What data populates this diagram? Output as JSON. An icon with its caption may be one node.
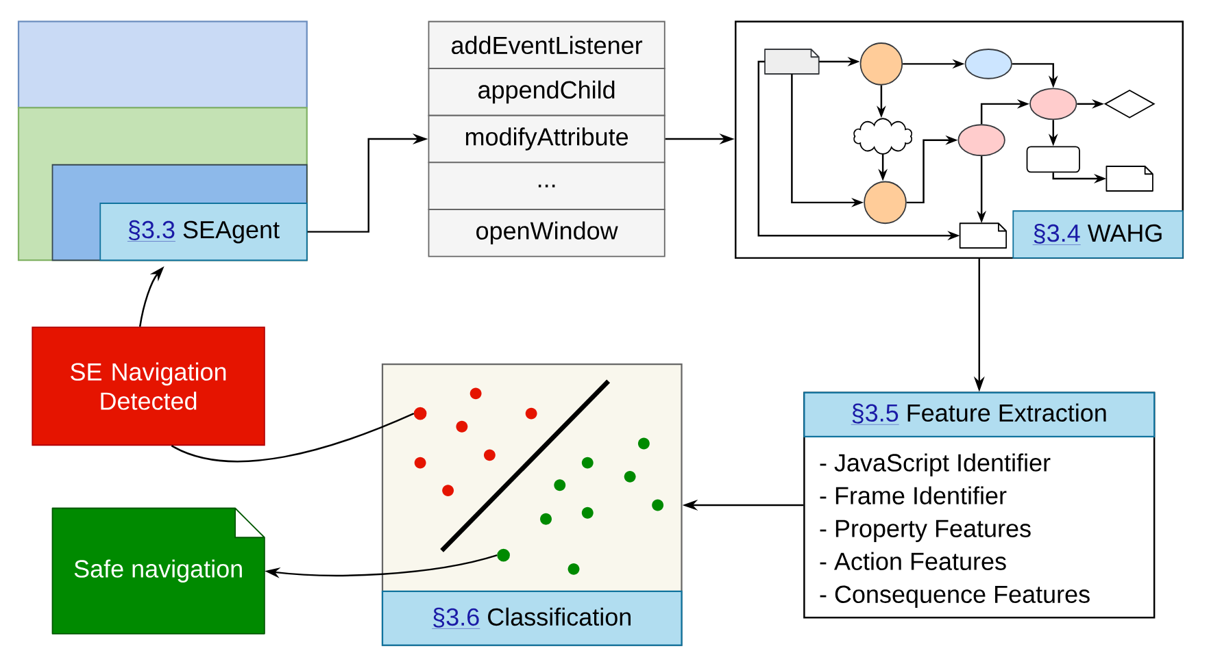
{
  "diagram": {
    "nodes": [
      {
        "text": [],
        "shape": "box"
      },
      {
        "text": [],
        "shape": "box"
      },
      {
        "text": [],
        "shape": "box",
        "in": 1
      },
      {
        "text": [
          "§3.3",
          "SEAgent"
        ],
        "in": 2
      },
      {
        "text": [
          "addEventListener"
        ]
      },
      {
        "text": [
          "appendChild"
        ]
      },
      {
        "text": [
          "modifyAttribute"
        ]
      },
      {
        "text": [
          "..."
        ]
      },
      {
        "text": [
          "openWindow"
        ]
      },
      {
        "text": [],
        "shape": "box"
      },
      {
        "text": [
          "§3.4",
          "WAHG"
        ],
        "in": 9
      },
      {
        "text": [],
        "shape": "document",
        "in": 9
      },
      {
        "text": [],
        "shape": "circle",
        "in": 9
      },
      {
        "text": [],
        "shape": "ellipse",
        "in": 9
      },
      {
        "text": [],
        "shape": "cloud",
        "in": 9
      },
      {
        "text": [],
        "shape": "ellipse",
        "in": 9
      },
      {
        "text": [],
        "shape": "ellipse",
        "in": 9
      },
      {
        "text": [],
        "shape": "diamond",
        "in": 9
      },
      {
        "text": [],
        "shape": "box",
        "in": 9
      },
      {
        "text": [],
        "shape": "document",
        "in": 9
      },
      {
        "text": [],
        "shape": "circle",
        "in": 9
      },
      {
        "text": [],
        "shape": "document",
        "in": 9
      },
      {
        "text": [
          "§3.5",
          "Feature Extraction",
          "- JavaScript Identifier",
          "- Frame Identifier",
          "- Property Features",
          "- Action Features",
          "- Consequence Features"
        ]
      },
      {
        "text": [
          "§3.6",
          "Classification"
        ]
      },
      {
        "text": [],
        "shape": "circle",
        "in": 23
      },
      {
        "text": [],
        "shape": "circle",
        "in": 23
      },
      {
        "text": [
          "SE Navigation Detected"
        ]
      },
      {
        "text": [
          "Safe navigation"
        ]
      }
    ],
    "edges": [
      {
        "from": 3,
        "to": 6,
        "arrow": "to"
      },
      {
        "from": 6,
        "to": 9,
        "arrow": "to"
      },
      {
        "from": 11,
        "to": 12,
        "arrow": "to"
      },
      {
        "from": 12,
        "to": 13,
        "arrow": "to"
      },
      {
        "from": 13,
        "to": 16,
        "arrow": "to"
      },
      {
        "from": 12,
        "to": 14,
        "arrow": "to"
      },
      {
        "from": 14,
        "to": 20,
        "arrow": "to"
      },
      {
        "from": 11,
        "to": 20,
        "arrow": "to"
      },
      {
        "from": 11,
        "to": 21,
        "arrow": "to"
      },
      {
        "from": 20,
        "to": 15,
        "arrow": "to"
      },
      {
        "from": 15,
        "to": 16,
        "arrow": "to"
      },
      {
        "from": 16,
        "to": 17,
        "arrow": "to"
      },
      {
        "from": 16,
        "to": 18,
        "arrow": "to"
      },
      {
        "from": 18,
        "to": 19,
        "arrow": "to"
      },
      {
        "from": 15,
        "to": 21,
        "arrow": "to"
      },
      {
        "from": 9,
        "to": 22,
        "arrow": "to"
      },
      {
        "from": 22,
        "to": 23,
        "arrow": "to"
      },
      {
        "from": 24,
        "to": 26,
        "arrow": "none"
      },
      {
        "from": 25,
        "to": 27,
        "arrow": "to"
      },
      {
        "from": 26,
        "to": 3,
        "arrow": "to"
      }
    ]
  }
}
